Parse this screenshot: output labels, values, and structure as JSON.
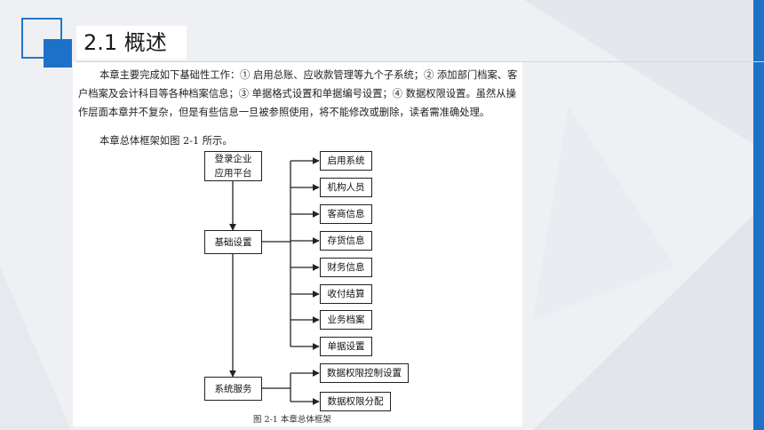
{
  "slide": {
    "title": "2.1  概述",
    "accent_color": "#1d72c7"
  },
  "document": {
    "paragraph1": "本章主要完成如下基础性工作：① 启用总账、应收款管理等九个子系统；② 添加部门档案、客户档案及会计科目等各种档案信息；③ 单据格式设置和单据编号设置；④ 数据权限设置。虽然从操作层面本章并不复杂，但是有些信息一旦被参照使用，将不能修改或删除，读者需准确处理。",
    "paragraph2": "本章总体框架如图 2-1 所示。"
  },
  "diagram": {
    "left_nodes": [
      "登录企业\n应用平台",
      "基础设置",
      "系统服务"
    ],
    "setup_children": [
      "启用系统",
      "机构人员",
      "客商信息",
      "存货信息",
      "财务信息",
      "收付结算",
      "业务档案",
      "单据设置"
    ],
    "service_children": [
      "数据权限控制设置",
      "数据权限分配"
    ],
    "caption": "图 2-1   本章总体框架"
  }
}
